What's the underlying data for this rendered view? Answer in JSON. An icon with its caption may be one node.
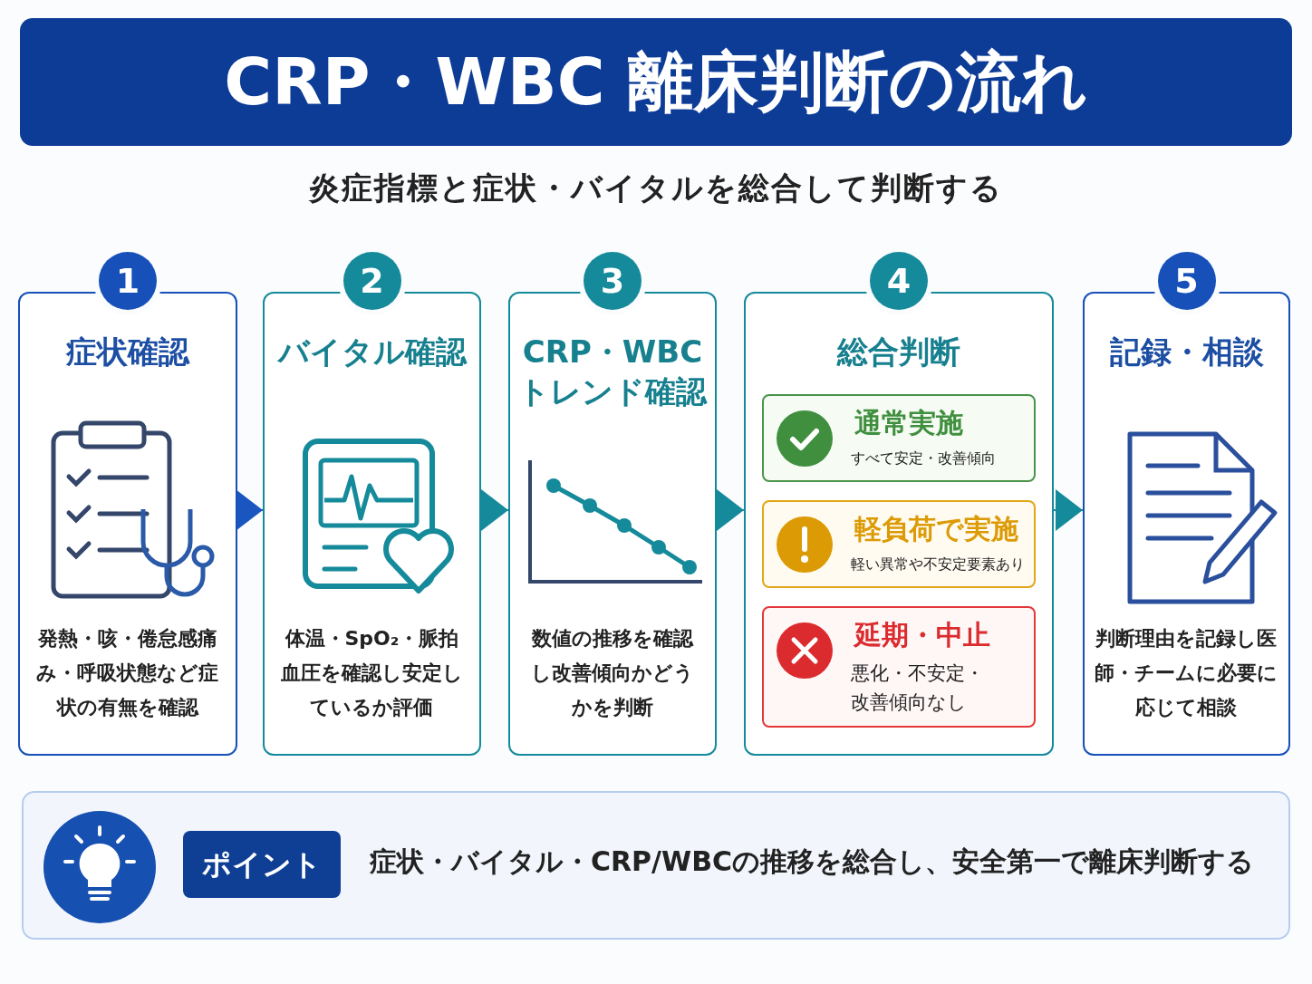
{
  "diagram": {
    "title": "CRP・WBC 離床判断の流れ",
    "nodes": [
      {
        "text": [
          "1",
          "症状確認",
          "発熱・咳・倦怠感痛み・呼吸状態など症状の有無を確認"
        ]
      },
      {
        "text": [
          "2",
          "バイタル確認",
          "体温・SpO₂・脈拍血圧を確認し安定しているか評価"
        ]
      },
      {
        "text": [
          "3",
          "CRP・WBCトレンド確認",
          "数値の推移を確認し改善傾向かどうかを判断"
        ]
      },
      {
        "text": [
          "4",
          "総合判断"
        ]
      },
      {
        "text": [
          "通常実施",
          "すべて安定・改善傾向"
        ],
        "in": 3
      },
      {
        "text": [
          "軽負荷で実施",
          "軽い異常や不安定要素あり"
        ],
        "in": 3
      },
      {
        "text": [
          "延期・中止",
          "悪化・不安定・改善傾向なし"
        ],
        "in": 3
      },
      {
        "text": [
          "5",
          "記録・相談",
          "判断理由を記録し医師・チームに必要に応じて相談"
        ]
      },
      {
        "text": [
          "ポイント",
          "症状・バイタル・CRP/WBCの推移を総合し、安全第一で離床判断する"
        ]
      }
    ],
    "edges": [
      {
        "from": 0,
        "to": 1,
        "arrow": "to",
        "color": "#1a56c0"
      },
      {
        "from": 1,
        "to": 2,
        "arrow": "to"
      },
      {
        "from": 2,
        "to": 3,
        "arrow": "to"
      },
      {
        "from": 3,
        "to": 7,
        "arrow": "to"
      }
    ],
    "labels": [
      "炎症指標と症状・バイタルを総合して判断する"
    ]
  }
}
